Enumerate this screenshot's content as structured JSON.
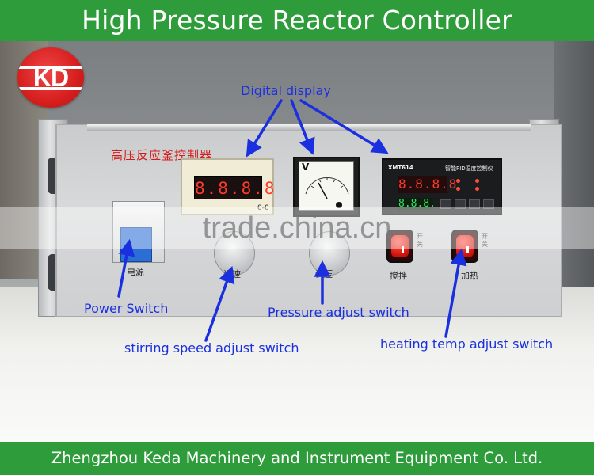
{
  "header": {
    "title": "High Pressure Reactor  Controller"
  },
  "footer": {
    "company": "Zhengzhou Keda Machinery and Instrument Equipment Co. Ltd."
  },
  "logo": {
    "text": "KD"
  },
  "device": {
    "panel_title": "高压反应釜控制器",
    "display1": {
      "reading": "8.8.8.8",
      "label": "0-0"
    },
    "gauge": {
      "unit": "V"
    },
    "pid": {
      "brand": "XMT614",
      "title": "智能PID温度控制仪",
      "pv": "8.8.8.8",
      "sv": "8.8.8."
    },
    "breaker_label": "电源",
    "stirring_knob_label": "调速",
    "pressure_knob_label": "调压",
    "stir_switch_label": "搅拌",
    "heat_switch_label": "加热",
    "switch_side_label": "开关"
  },
  "watermark": {
    "text": "trade.china.cn"
  },
  "annotations": {
    "digital_display": "Digital display",
    "power_switch": "Power Switch",
    "stirring_speed": "stirring speed adjust switch",
    "pressure_adjust": "Pressure adjust switch",
    "heating_temp": "heating temp adjust switch"
  },
  "colors": {
    "banner_green": "#2f9c3c",
    "annotation_blue": "#1a2fe0",
    "logo_red": "#d61e1e"
  }
}
